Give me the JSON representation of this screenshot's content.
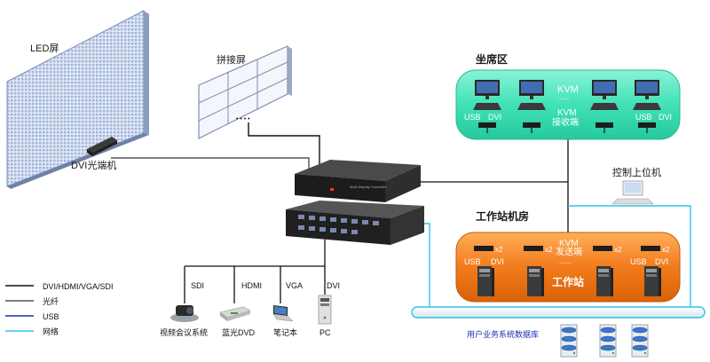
{
  "labels": {
    "led_screen": "LED屏",
    "splice_screen": "拼接屏",
    "dvi_fiber": "DVI光端机",
    "seating_zone": "坐席区",
    "kvm_top": "KVM",
    "kvm_receiver": "KVM\n接收端",
    "usb": "USB",
    "dvi": "DVI",
    "control_pc": "控制上位机",
    "workstation_room": "工作站机房",
    "kvm_sender": "KVM\n发送端",
    "x2": "x2",
    "workstation": "工作站",
    "user_db": "用户业务系统数据库",
    "dots": "......"
  },
  "sources": [
    {
      "conn": "SDI",
      "name": "视频会议系统",
      "icon": "video-conference-icon"
    },
    {
      "conn": "HDMI",
      "name": "蓝光DVD",
      "icon": "bluray-dvd-icon"
    },
    {
      "conn": "VGA",
      "name": "笔记本",
      "icon": "laptop-icon"
    },
    {
      "conn": "DVI",
      "name": "PC",
      "icon": "pc-tower-icon"
    }
  ],
  "legend": [
    {
      "label": "DVI/HDMI/VGA/SDI",
      "color": "#111111"
    },
    {
      "label": "光纤",
      "color": "#555555"
    },
    {
      "label": "USB",
      "color": "#1a2fb0"
    },
    {
      "label": "网络",
      "color": "#2ec4e6"
    }
  ],
  "colors": {
    "seating_bg": "#3fe0b3",
    "workstation_bg": "#f07a1a",
    "network": "#2ec4e6"
  }
}
